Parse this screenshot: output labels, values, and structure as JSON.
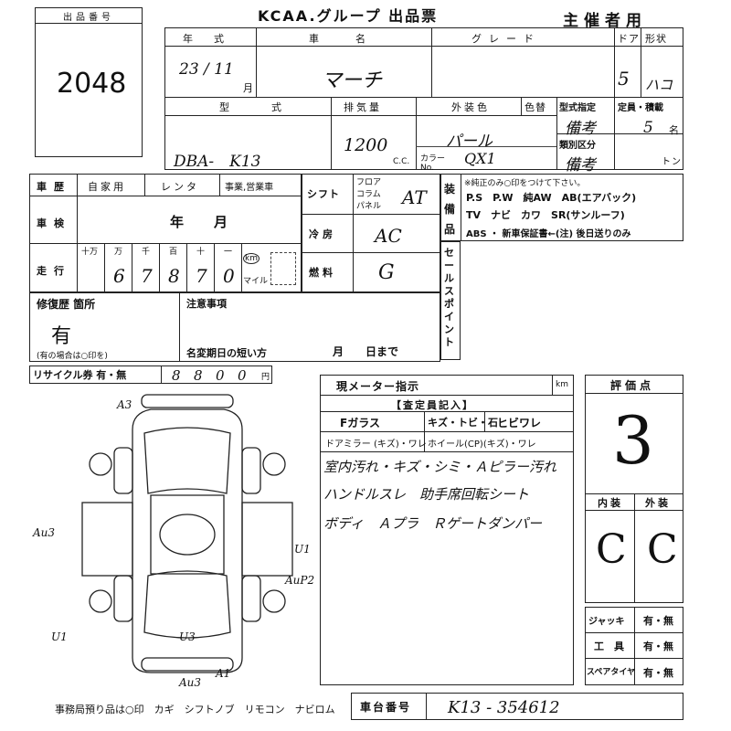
{
  "header": {
    "lot_label": "出品番号",
    "lot_number": "2048",
    "org": "KCAA.グループ 出品票",
    "sponsor_use": "主催者用"
  },
  "vehicle": {
    "year_label": "年　式",
    "name_label": "車　　名",
    "grade_label": "グレード",
    "doors_label": "ドア",
    "shape_label": "形状",
    "year_value": "23 / 11",
    "month_unit": "月",
    "name_value": "マーチ",
    "doors_value": "5",
    "shape_value": "ハコ",
    "model_label": "型　　式",
    "displacement_label": "排気量",
    "exterior_color_label": "外装色",
    "color_change_label": "色替",
    "model_designation_label": "型式指定",
    "category_label": "類別区分",
    "capacity_label": "定員・積載",
    "model_value": "DBA-　K13",
    "displacement_value": "1200",
    "cc_unit": "C.C.",
    "color_value": "パール",
    "color_no_label": "カラー No.",
    "color_no_value": "QX1",
    "designation_value": "備考",
    "category_value": "備考",
    "capacity_value": "5",
    "persons_unit": "名",
    "tons_unit": "トン"
  },
  "history": {
    "history_label": "車歴",
    "private": "自家用",
    "rental": "レンタ",
    "business": "事業,営業車",
    "inspection_label": "車検",
    "inspection_value": "年　　月",
    "mileage_label": "走行",
    "digit_labels": [
      "十万",
      "万",
      "千",
      "百",
      "十",
      "一"
    ],
    "mileage_digits": [
      "",
      "6",
      "7",
      "8",
      "7",
      "0"
    ],
    "km_unit": "km",
    "mile_unit": "マイル",
    "shift_label": "シフト",
    "shift_options": [
      "フロア",
      "コラム",
      "パネル"
    ],
    "shift_value": "AT",
    "ac_label": "冷房",
    "ac_value": "AC",
    "fuel_label": "燃料",
    "fuel_value": "G"
  },
  "equipment": {
    "label": "装備品",
    "note": "※純正のみ○印をつけて下さい。",
    "line1": "P.S　P.W　純AW　AB(エアバック)",
    "line2": "TV　ナビ　カワ　SR(サンルーフ)",
    "line3": "ABS ・ 新車保証書←(注) 後日送りのみ",
    "sales_point_label": "セールスポイント"
  },
  "repair": {
    "label": "修復歴 箇所",
    "value": "有",
    "note": "(有の場合は○印を)",
    "caution_label": "注意事項",
    "transfer_label": "名変期日の短い方",
    "transfer_value": "月　　日まで"
  },
  "recycle": {
    "label": "リサイクル券 有・無",
    "digits": [
      "8",
      "8",
      "0",
      "0"
    ],
    "unit": "円"
  },
  "inspection": {
    "meter_label": "現メーター指示",
    "km_unit": "km",
    "inspector_label": "【査定員記入】",
    "glass_label": "Fガラス",
    "glass_options": "キズ・トビ・石",
    "crack_label": "ヒビワレ",
    "mirror_label": "ドアミラー (キズ)・ワレ",
    "wheel_label": "ホイール(CP)(キズ)・ワレ",
    "note_lines": [
      "室内汚れ・キズ・シミ・Ａピラー汚れ",
      "ハンドルスレ　助手席回転シート",
      "ボディ　Ａプラ　Ｒゲートダンパー"
    ]
  },
  "scores": {
    "rating_label": "評価点",
    "rating_value": "3",
    "interior_label": "内装",
    "exterior_label": "外装",
    "interior_value": "C",
    "exterior_value": "C",
    "jack_label": "ジャッキ",
    "tools_label": "工　具",
    "spare_label": "スペアタイヤ",
    "yes_no": "有・無"
  },
  "diagram_marks": [
    "A3",
    "Au3",
    "U1",
    "AuP2",
    "U1",
    "U3",
    "Au3",
    "A1"
  ],
  "footer": {
    "office_note": "事務局預り品は○印　カギ　シフトノブ　リモコン　ナビロム",
    "chassis_label": "車台番号",
    "chassis_value": "K13 - 354612"
  }
}
